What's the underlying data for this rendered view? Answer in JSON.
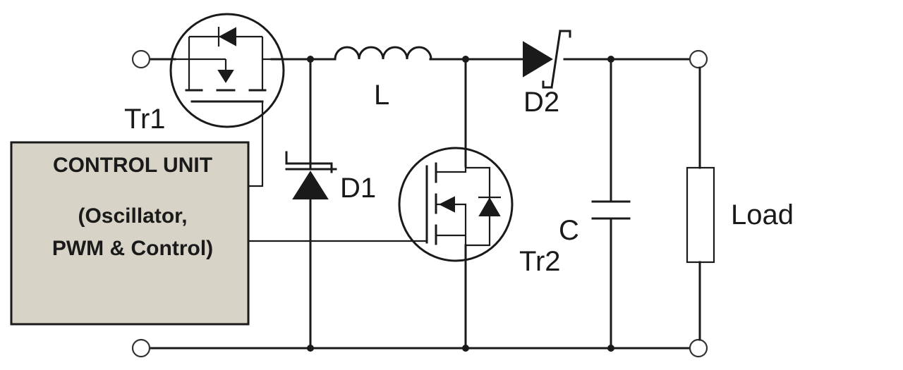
{
  "components": {
    "tr1": "Tr1",
    "tr2": "Tr2",
    "inductor": "L",
    "d1": "D1",
    "d2": "D2",
    "capacitor": "C",
    "load": "Load"
  },
  "control_unit": {
    "title": "CONTROL UNIT",
    "line2": "(Oscillator,",
    "line3": "PWM & Control)",
    "fill_color": "#d8d3c7"
  },
  "colors": {
    "wire": "#1a1a1a",
    "background": "#ffffff"
  }
}
